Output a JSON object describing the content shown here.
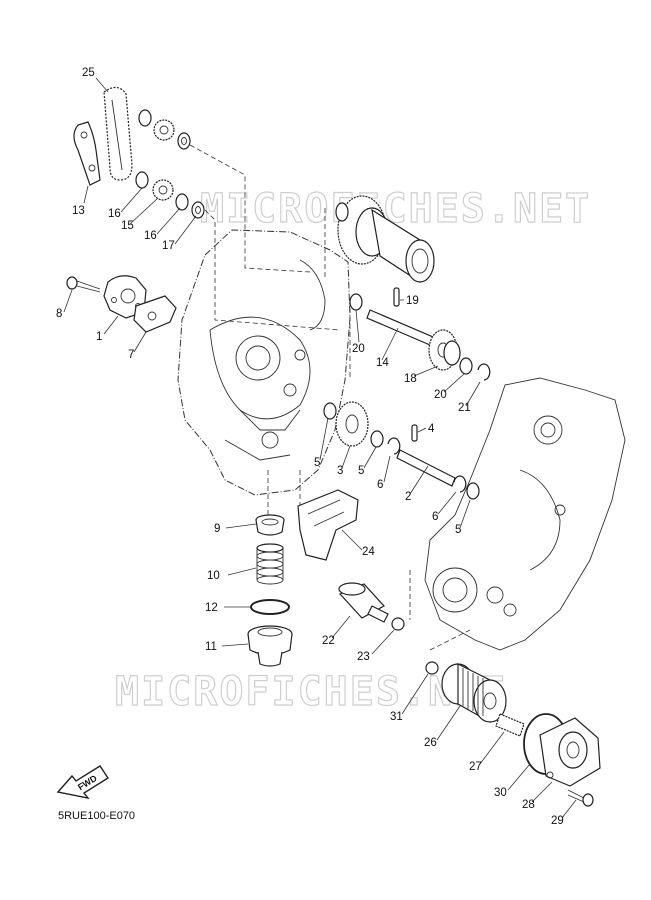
{
  "watermarks": [
    "MICROFICHES.NET",
    "MICROFICHES.NET"
  ],
  "diagram_code": "5RUE100-E070",
  "fwd_label": "FWD",
  "callouts": [
    "25",
    "13",
    "16",
    "15",
    "16",
    "17",
    "8",
    "1",
    "7",
    "19",
    "20",
    "14",
    "18",
    "20",
    "21",
    "4",
    "5",
    "3",
    "5",
    "6",
    "2",
    "6",
    "5",
    "9",
    "24",
    "10",
    "12",
    "11",
    "22",
    "23",
    "31",
    "26",
    "27",
    "30",
    "28",
    "29"
  ]
}
